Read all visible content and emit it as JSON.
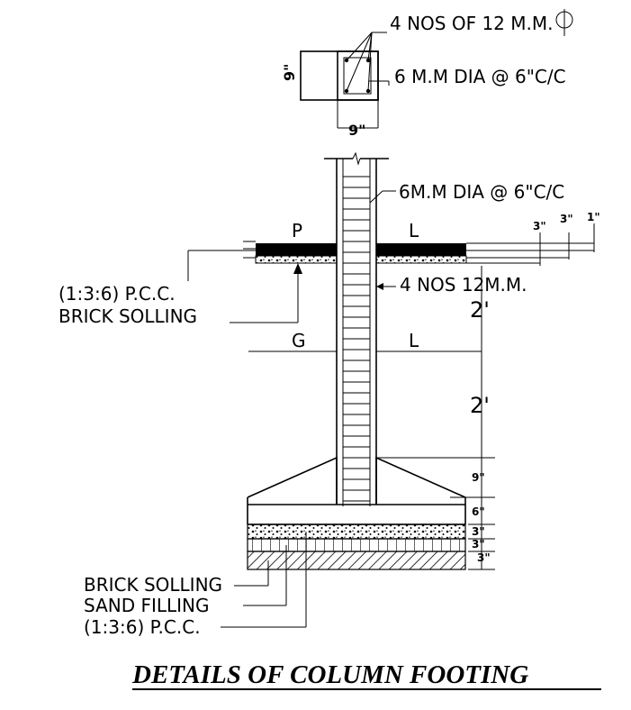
{
  "section": {
    "bars_label": "4 NOS OF 12 M.M.",
    "ties_label": "6 M.M DIA @ 6\"C/C",
    "width_dim": "9\"",
    "depth_dim": "9\""
  },
  "elevation": {
    "ties_label": "6M.M DIA @ 6\"C/C",
    "bars_label": "4 NOS 12M.M.",
    "pl_left": "P",
    "pl_right": "L",
    "gl_left": "G",
    "gl_right": "L",
    "pcc_label": "(1:3:6) P.C.C.",
    "brick_solling_label": "BRICK SOLLING",
    "dims": {
      "top_3a": "3\"",
      "top_3b": "3\"",
      "top_1": "1\"",
      "upper_2ft": "2'",
      "lower_2ft": "2'",
      "d9": "9\"",
      "d6": "6\"",
      "d3a": "3\"",
      "d3b": "3\"",
      "d3c": "3\""
    }
  },
  "base": {
    "brick_solling": "BRICK SOLLING",
    "sand_filling": "SAND FILLING",
    "pcc": "(1:3:6) P.C.C."
  },
  "title": "DETAILS OF COLUMN FOOTING"
}
